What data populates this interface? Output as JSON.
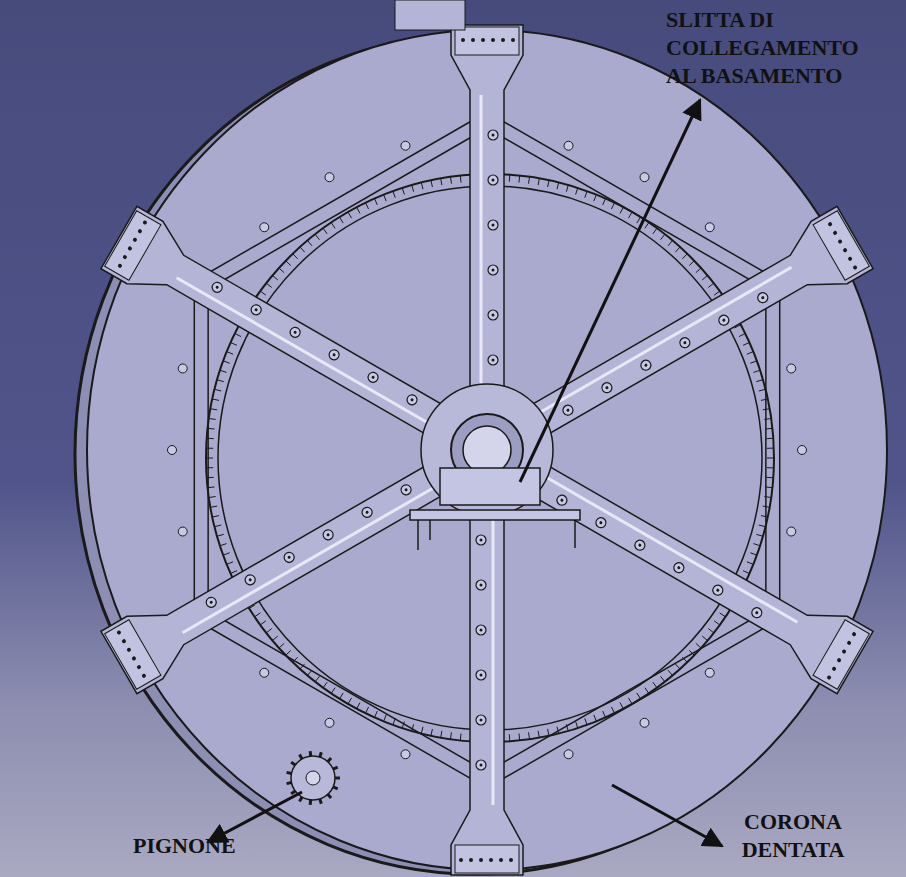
{
  "diagram": {
    "labels": [
      "SLITTA DI COLLEGAMENTO AL BASAMENTO",
      "PIGNONE",
      "CORONA DENTATA"
    ]
  }
}
